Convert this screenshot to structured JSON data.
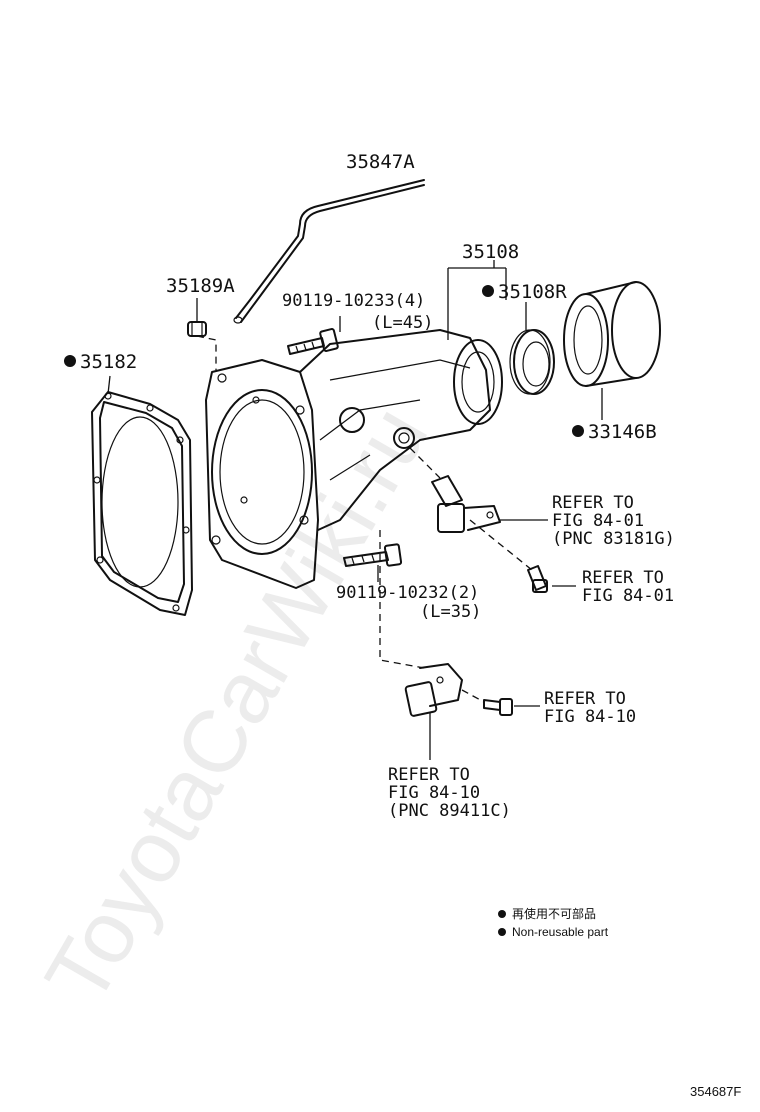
{
  "watermark": "ToyotaCarWiki.ru",
  "labels": {
    "p35847A": "35847A",
    "p35108": "35108",
    "p35189A": "35189A",
    "p35108R": "35108R",
    "bolt1_pn": "90119-10233(4)",
    "bolt1_len": "(L=45)",
    "p35182": "35182",
    "p33146B": "33146B",
    "ref1_line1": "REFER TO",
    "ref1_line2": "FIG 84-01",
    "ref1_line3": "(PNC 83181G)",
    "ref2_line1": "REFER TO",
    "ref2_line2": "FIG 84-01",
    "bolt2_pn": "90119-10232(2)",
    "bolt2_len": "(L=35)",
    "ref3_line1": "REFER TO",
    "ref3_line2": "FIG 84-10",
    "ref4_line1": "REFER TO",
    "ref4_line2": "FIG 84-10",
    "ref4_line3": "(PNC 89411C)"
  },
  "legend": {
    "item_jp": "再使用不可部品",
    "item_en": "Non-reusable part"
  },
  "diagram_code": "354687F",
  "non_reusable_marker": "●"
}
